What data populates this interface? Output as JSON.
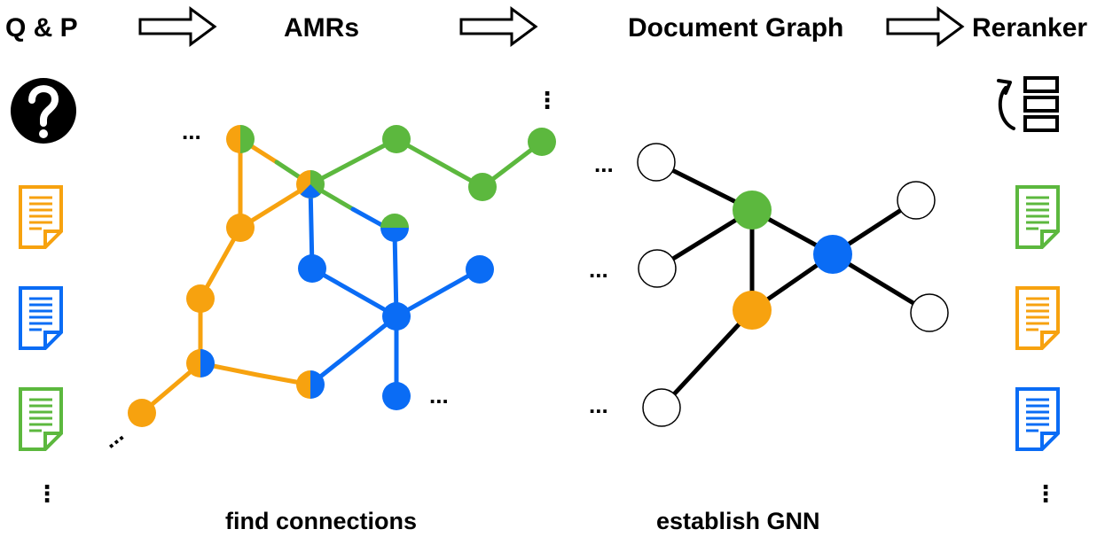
{
  "stages": {
    "qp": "Q & P",
    "amrs": "AMRs",
    "document_graph": "Document Graph",
    "reranker": "Reranker"
  },
  "captions": {
    "find_connections": "find connections",
    "establish_gnn": "establish GNN"
  },
  "ellipsis_h": "...",
  "ellipsis_v": "⋮",
  "colors": {
    "orange": "#f7a20f",
    "blue": "#0a6cf5",
    "green": "#5cb83e",
    "black": "#000000",
    "white": "#ffffff"
  },
  "input_documents": [
    "orange",
    "blue",
    "green"
  ],
  "reranked_documents": [
    "green",
    "orange",
    "blue"
  ]
}
